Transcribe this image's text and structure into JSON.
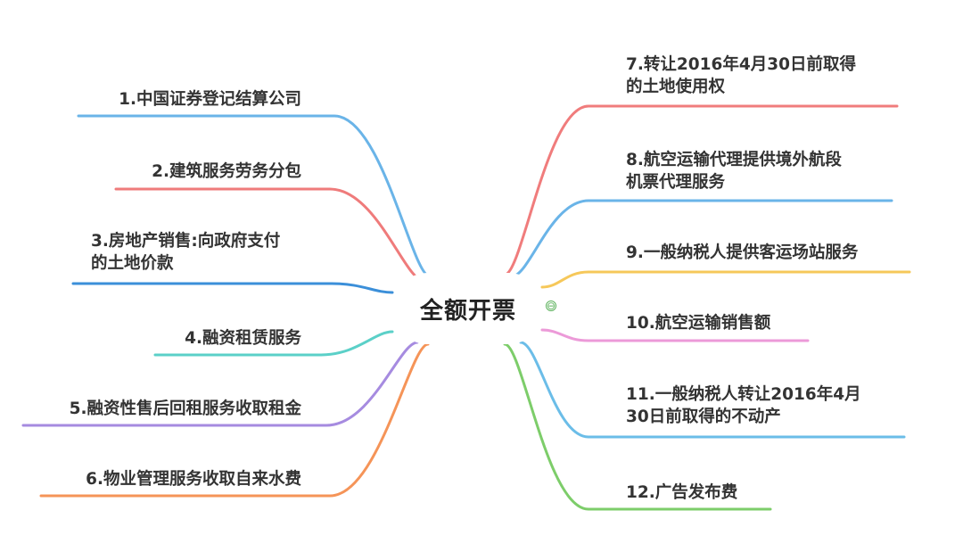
{
  "center": {
    "title": "全额开票",
    "collapse_icon": "⊖"
  },
  "left_branches": [
    {
      "lines": [
        "1.中国证券登记结算公司"
      ],
      "color": "#6ab4e8"
    },
    {
      "lines": [
        "2.建筑服务劳务分包"
      ],
      "color": "#ef7b7b"
    },
    {
      "lines": [
        "3.房地产销售:向政府支付",
        "的土地价款"
      ],
      "color": "#3b8fd9"
    },
    {
      "lines": [
        "4.融资租赁服务"
      ],
      "color": "#5bd0c8"
    },
    {
      "lines": [
        "5.融资性售后回租服务收取租金"
      ],
      "color": "#a68be0"
    },
    {
      "lines": [
        "6.物业管理服务收取自来水费"
      ],
      "color": "#f59458"
    }
  ],
  "right_branches": [
    {
      "lines": [
        "7.转让2016年4月30日前取得",
        "的土地使用权"
      ],
      "color": "#f07c7c"
    },
    {
      "lines": [
        "8.航空运输代理提供境外航段",
        "机票代理服务"
      ],
      "color": "#6ab4e8"
    },
    {
      "lines": [
        "9.一般纳税人提供客运场站服务"
      ],
      "color": "#f6c85a"
    },
    {
      "lines": [
        "10.航空运输销售额"
      ],
      "color": "#ec9ad8"
    },
    {
      "lines": [
        "11.一般纳税人转让2016年4月",
        "30日前取得的不动产"
      ],
      "color": "#6bbde8"
    },
    {
      "lines": [
        "12.广告发布费"
      ],
      "color": "#7dcd6a"
    }
  ]
}
